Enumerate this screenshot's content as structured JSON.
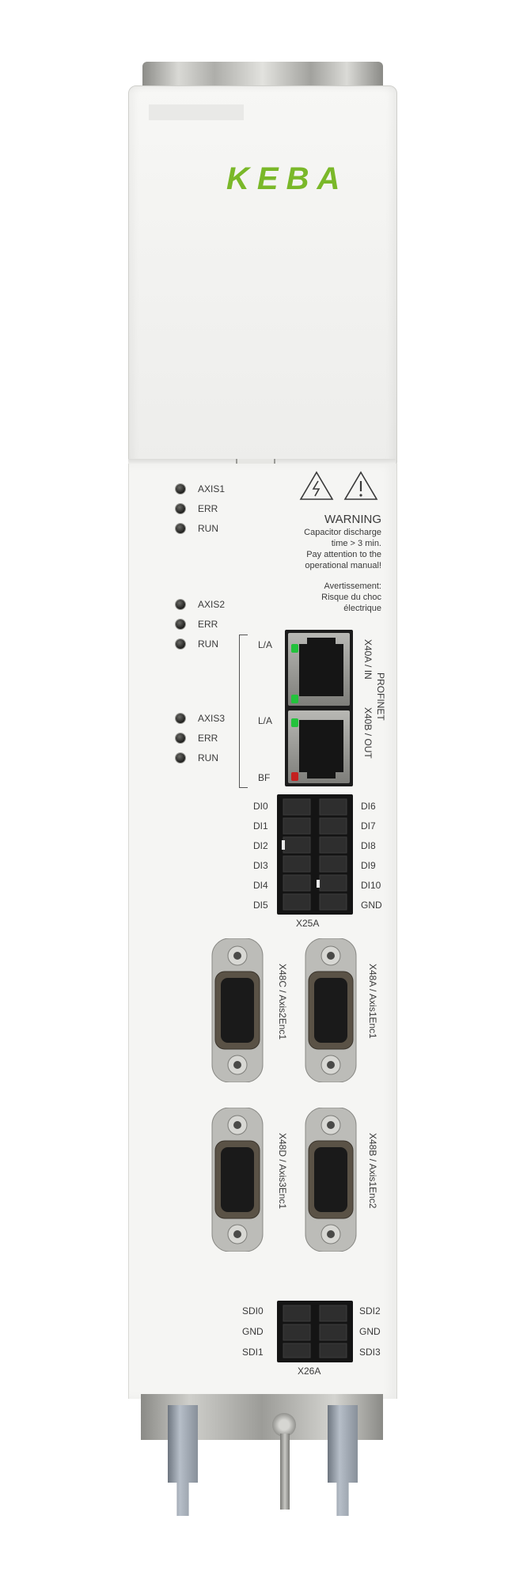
{
  "brand": {
    "logo": "KEBA"
  },
  "status_groups": [
    {
      "axis": "AXIS1",
      "err": "ERR",
      "run": "RUN"
    },
    {
      "axis": "AXIS2",
      "err": "ERR",
      "run": "RUN"
    },
    {
      "axis": "AXIS3",
      "err": "ERR",
      "run": "RUN"
    }
  ],
  "warning": {
    "title": "WARNING",
    "lines": [
      "Capacitor discharge",
      "time > 3 min.",
      "Pay attention to the",
      "operational manual!"
    ],
    "fr_lines": [
      "Avertissement:",
      "Risque du choc",
      "électrique"
    ]
  },
  "profinet": {
    "la1": "L/A",
    "la2": "L/A",
    "bf": "BF",
    "port_in": "X40A / IN",
    "port_out": "X40B / OUT",
    "name": "PROFINET"
  },
  "x25a": {
    "name": "X25A",
    "left": [
      "DI0",
      "DI1",
      "DI2",
      "DI3",
      "DI4",
      "DI5"
    ],
    "right": [
      "DI6",
      "DI7",
      "DI8",
      "DI9",
      "DI10",
      "GND"
    ]
  },
  "encoders": {
    "x48c": "X48C / Axis2Enc1",
    "x48a": "X48A / Axis1Enc1",
    "x48d": "X48D / Axis3Enc1",
    "x48b": "X48B / Axis1Enc2"
  },
  "x26a": {
    "name": "X26A",
    "left": [
      "SDI0",
      "GND",
      "SDI1"
    ],
    "right": [
      "SDI2",
      "GND",
      "SDI3"
    ]
  },
  "colors": {
    "logo_green": "#7ab829",
    "housing": "#f3f3f1",
    "led_green": "#23c23c",
    "led_red": "#c42020"
  }
}
